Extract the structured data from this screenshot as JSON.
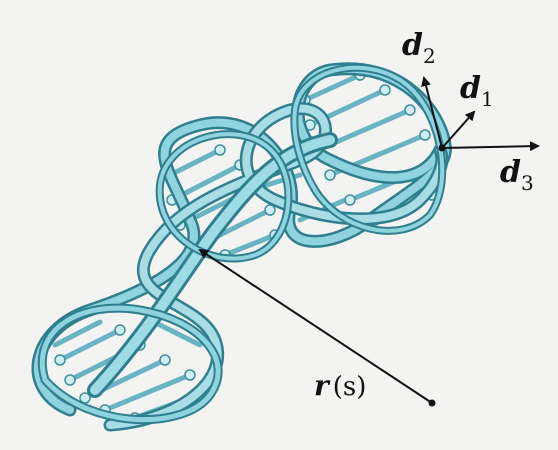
{
  "labels": {
    "d1_main": "d",
    "d1_sub": "1",
    "d2_main": "d",
    "d2_sub": "2",
    "d3_main": "d",
    "d3_sub": "3",
    "r_main": "r",
    "r_arg": "(s)"
  },
  "colors": {
    "helix": "#5fb8c7",
    "helix_dark": "#2f7f8f",
    "helix_light": "#a9dde6",
    "arrow": "#111111",
    "background": "#f3f3f1"
  }
}
